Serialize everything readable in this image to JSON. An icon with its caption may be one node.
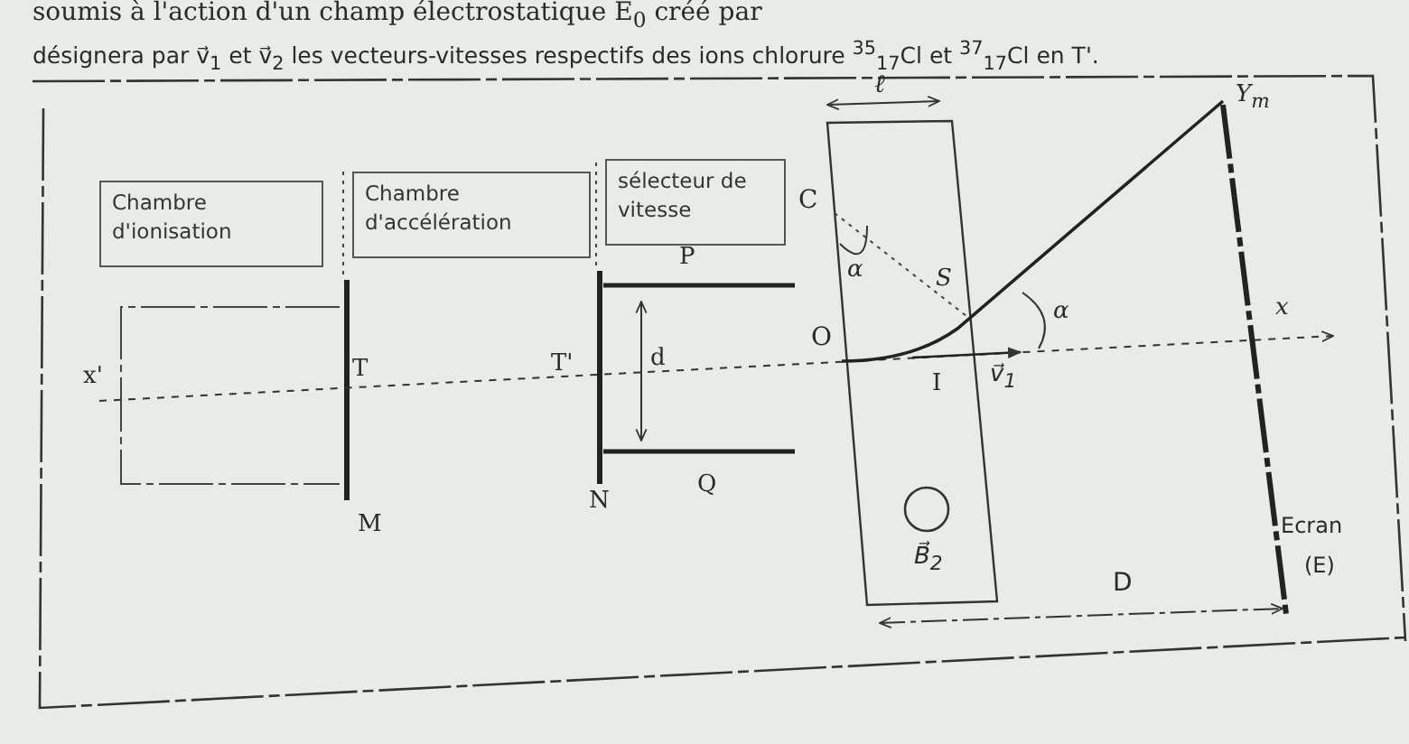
{
  "diagram": {
    "nodes": [
      {
        "text": [
          "Chambre d'ionisation"
        ]
      },
      {
        "text": [
          "Chambre d'accélération"
        ]
      },
      {
        "text": [
          "sélecteur de vitesse"
        ]
      }
    ],
    "labels": [
      "soumis à l'action d'un champ électrostatique E$_{0}$ créé par",
      "désignera par v⃗$_{1}$ et v⃗$_{2}$ les vecteurs-vitesses respectifs des ions chlorure $^{35}$$_{17}$Cl et $^{37}$$_{17}$Cl en T'.",
      "ℓ",
      "Y$_{m}$",
      "C",
      "P",
      "α",
      "S",
      "α",
      "x",
      "O",
      "T'",
      "d",
      "x'",
      "T",
      "I",
      "v⃗$_{1}$",
      "Q",
      "N",
      "M",
      "B⃗$_{2}$",
      "Ecran",
      "(E)",
      "D"
    ]
  }
}
